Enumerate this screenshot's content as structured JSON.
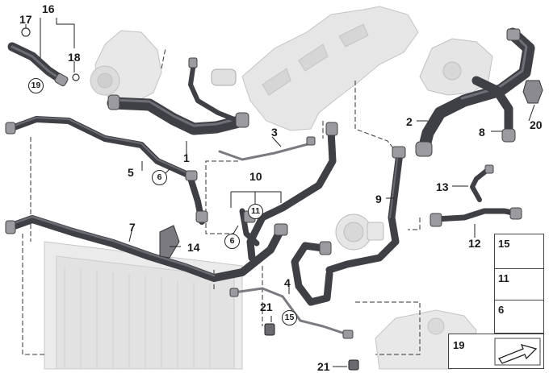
{
  "callouts": {
    "c1": "1",
    "c2": "2",
    "c3": "3",
    "c4": "4",
    "c5": "5",
    "c7": "7",
    "c8": "8",
    "c9": "9",
    "c10": "10",
    "c12": "12",
    "c13": "13",
    "c14": "14",
    "c16": "16",
    "c17": "17",
    "c18": "18",
    "c20": "20",
    "c21a": "21",
    "c21b": "21"
  },
  "circled": {
    "r19": "19",
    "r6a": "6",
    "r6b": "6",
    "r11": "11",
    "r15": "15"
  },
  "legend": {
    "item15": "15",
    "item11": "11",
    "item6": "6",
    "item19": "19"
  },
  "colors": {
    "hose": "#3f3f46",
    "hose_highlight": "#6b6b73",
    "engine": "#e4e4e4",
    "line": "#222222"
  },
  "icons": [
    "clip-icon",
    "cable-tie-icon",
    "hose-clamp-icon",
    "screw-icon",
    "arrow-icon"
  ]
}
